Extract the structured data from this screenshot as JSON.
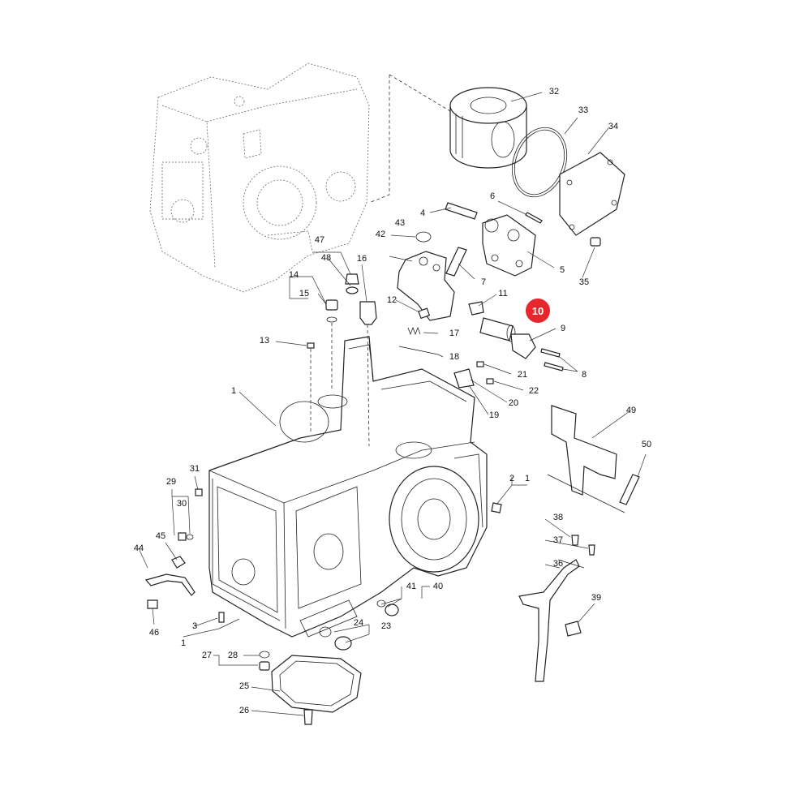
{
  "diagram": {
    "highlight_label": "10",
    "highlight_color": "#e8242c",
    "callouts": [
      {
        "id": "c1a",
        "text": "1"
      },
      {
        "id": "c1b",
        "text": "1"
      },
      {
        "id": "c1c",
        "text": "1"
      },
      {
        "id": "c2",
        "text": "2"
      },
      {
        "id": "c3",
        "text": "3"
      },
      {
        "id": "c4",
        "text": "4"
      },
      {
        "id": "c5",
        "text": "5"
      },
      {
        "id": "c6",
        "text": "6"
      },
      {
        "id": "c7",
        "text": "7"
      },
      {
        "id": "c8",
        "text": "8"
      },
      {
        "id": "c9",
        "text": "9"
      },
      {
        "id": "c11",
        "text": "11"
      },
      {
        "id": "c12",
        "text": "12"
      },
      {
        "id": "c13",
        "text": "13"
      },
      {
        "id": "c14",
        "text": "14"
      },
      {
        "id": "c15",
        "text": "15"
      },
      {
        "id": "c16",
        "text": "16"
      },
      {
        "id": "c17",
        "text": "17"
      },
      {
        "id": "c18",
        "text": "18"
      },
      {
        "id": "c19",
        "text": "19"
      },
      {
        "id": "c20",
        "text": "20"
      },
      {
        "id": "c21",
        "text": "21"
      },
      {
        "id": "c22",
        "text": "22"
      },
      {
        "id": "c23",
        "text": "23"
      },
      {
        "id": "c24",
        "text": "24"
      },
      {
        "id": "c25",
        "text": "25"
      },
      {
        "id": "c26",
        "text": "26"
      },
      {
        "id": "c27",
        "text": "27"
      },
      {
        "id": "c28",
        "text": "28"
      },
      {
        "id": "c29",
        "text": "29"
      },
      {
        "id": "c30",
        "text": "30"
      },
      {
        "id": "c31",
        "text": "31"
      },
      {
        "id": "c32",
        "text": "32"
      },
      {
        "id": "c33",
        "text": "33"
      },
      {
        "id": "c34",
        "text": "34"
      },
      {
        "id": "c35",
        "text": "35"
      },
      {
        "id": "c36",
        "text": "36"
      },
      {
        "id": "c37",
        "text": "37"
      },
      {
        "id": "c38",
        "text": "38"
      },
      {
        "id": "c39",
        "text": "39"
      },
      {
        "id": "c40",
        "text": "40"
      },
      {
        "id": "c41",
        "text": "41"
      },
      {
        "id": "c42",
        "text": "42"
      },
      {
        "id": "c43",
        "text": "43"
      },
      {
        "id": "c44",
        "text": "44"
      },
      {
        "id": "c45",
        "text": "45"
      },
      {
        "id": "c46",
        "text": "46"
      },
      {
        "id": "c47",
        "text": "47"
      },
      {
        "id": "c48",
        "text": "48"
      },
      {
        "id": "c49",
        "text": "49"
      },
      {
        "id": "c50",
        "text": "50"
      }
    ]
  }
}
